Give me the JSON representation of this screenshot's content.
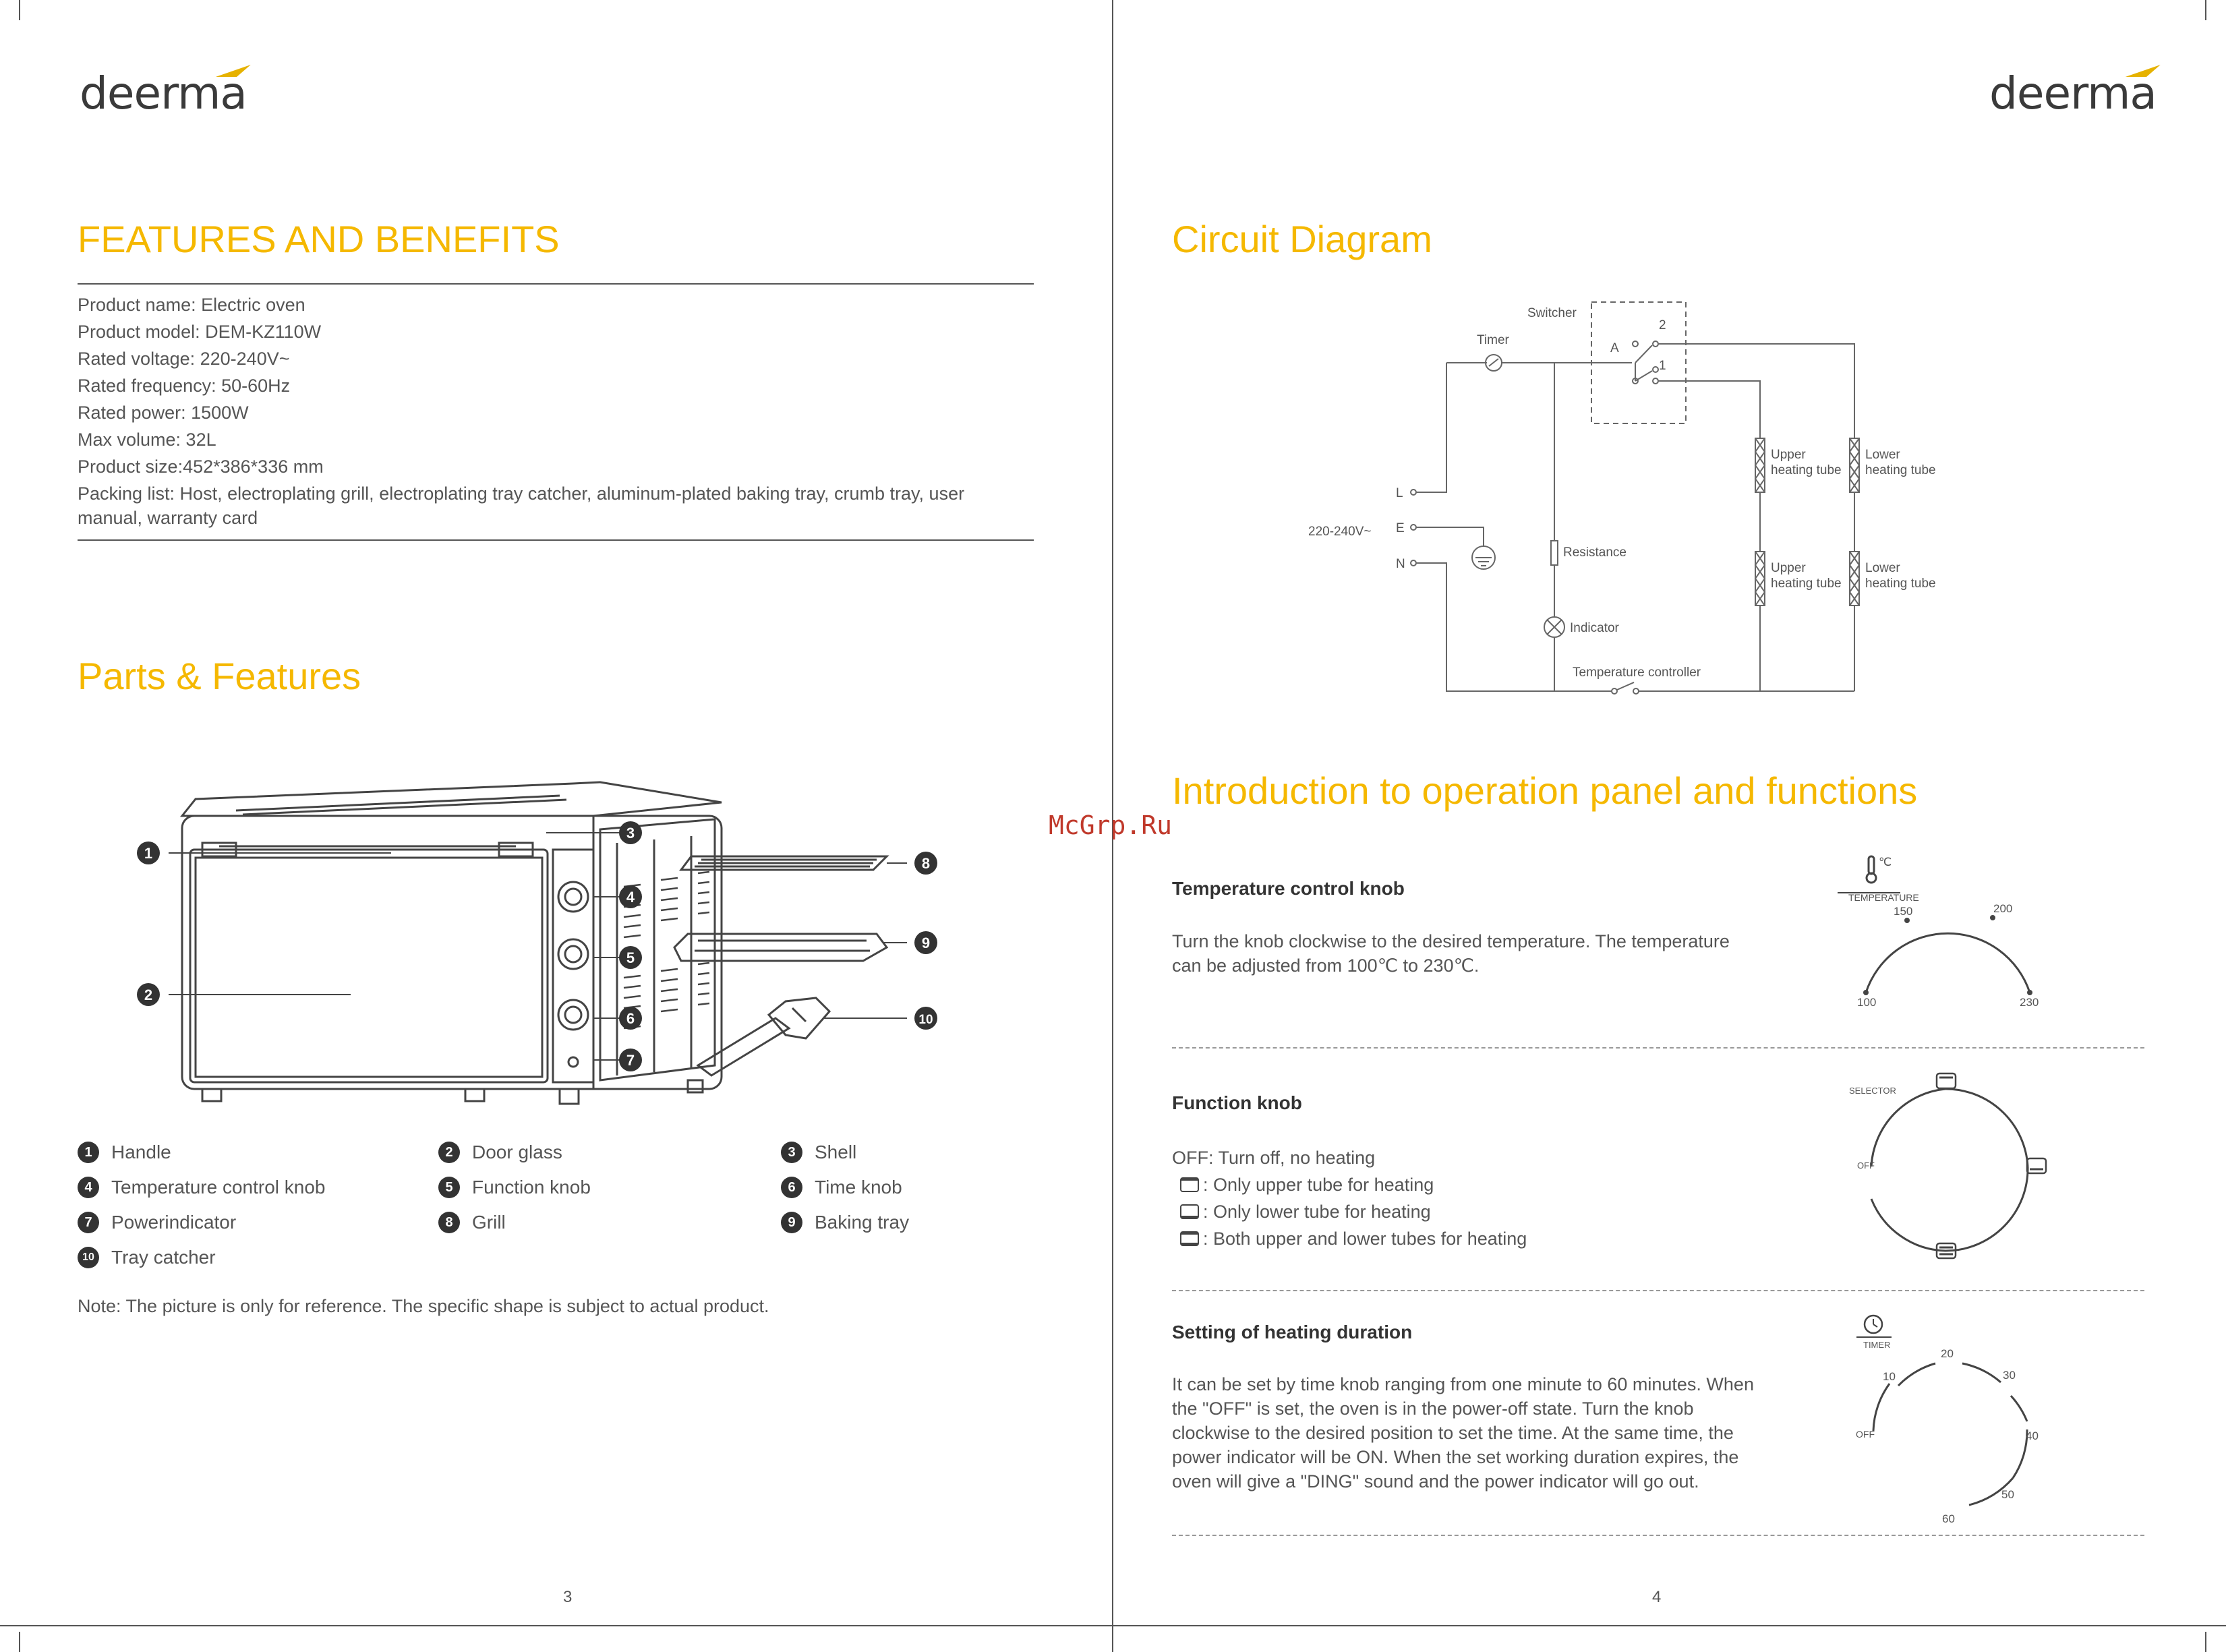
{
  "brand": "deerma",
  "left": {
    "features_title": "FEATURES AND BENEFITS",
    "specs": [
      "Product name: Electric oven",
      "Product model: DEM-KZ110W",
      "Rated voltage: 220-240V~",
      "Rated frequency: 50-60Hz",
      "Rated power: 1500W",
      "Max volume: 32L",
      "Product size:452*386*336 mm",
      "Packing list: Host, electroplating grill, electroplating tray catcher, aluminum-plated baking tray, crumb tray, user",
      "manual, warranty card"
    ],
    "parts_title": "Parts & Features",
    "callouts": [
      "1",
      "2",
      "3",
      "4",
      "5",
      "6",
      "7",
      "8",
      "9",
      "10"
    ],
    "legend": [
      {
        "n": "1",
        "label": "Handle"
      },
      {
        "n": "2",
        "label": "Door glass"
      },
      {
        "n": "3",
        "label": "Shell"
      },
      {
        "n": "4",
        "label": "Temperature control knob"
      },
      {
        "n": "5",
        "label": "Function knob"
      },
      {
        "n": "6",
        "label": "Time knob"
      },
      {
        "n": "7",
        "label": "Powerindicator"
      },
      {
        "n": "8",
        "label": "Grill"
      },
      {
        "n": "9",
        "label": "Baking tray"
      },
      {
        "n": "10",
        "label": "Tray catcher"
      }
    ],
    "note": "Note: The picture is only for reference. The specific shape is subject to actual product.",
    "page_number": "3"
  },
  "right": {
    "circuit_title": "Circuit Diagram",
    "circuit": {
      "switcher": "Switcher",
      "timer": "Timer",
      "a": "A",
      "two": "2",
      "one": "1",
      "l": "L",
      "e": "E",
      "n": "N",
      "voltage": "220-240V~",
      "resistance": "Resistance",
      "indicator": "Indicator",
      "temp_controller": "Temperature controller",
      "upper1a": "Upper",
      "upper1b": "heating tube",
      "lower1a": "Lower",
      "lower1b": "heating tube",
      "upper2a": "Upper",
      "upper2b": "heating tube",
      "lower2a": "Lower",
      "lower2b": "heating tube"
    },
    "intro_title": "Introduction to operation panel and functions",
    "temp": {
      "title": "Temperature control knob",
      "text": [
        "Turn the knob clockwise to the desired temperature. The temperature",
        "can be adjusted from 100℃ to 230℃."
      ],
      "dial_label": "TEMPERATURE",
      "unit": "℃",
      "ticks": [
        "100",
        "150",
        "200",
        "230"
      ]
    },
    "function": {
      "title": "Function knob",
      "lines": [
        "OFF: Turn off, no heating",
        ": Only upper tube for heating",
        ": Only lower tube for heating",
        ": Both upper and lower tubes for heating"
      ],
      "dial_label": "SELECTOR",
      "off": "OFF"
    },
    "timer": {
      "title": "Setting of heating duration",
      "text": [
        "It can be set by time knob ranging from one minute to 60 minutes. When",
        "the \"OFF\" is set, the oven is in the power-off state. Turn the knob",
        "clockwise to the desired position to set the time. At the same time, the",
        "power indicator will be ON. When the set working duration expires, the",
        "oven will give a \"DING\" sound and the power indicator will go out."
      ],
      "dial_label": "TIMER",
      "off": "OFF",
      "ticks": [
        "10",
        "20",
        "30",
        "40",
        "50",
        "60"
      ]
    },
    "page_number": "4"
  },
  "watermark": "McGrp.Ru"
}
